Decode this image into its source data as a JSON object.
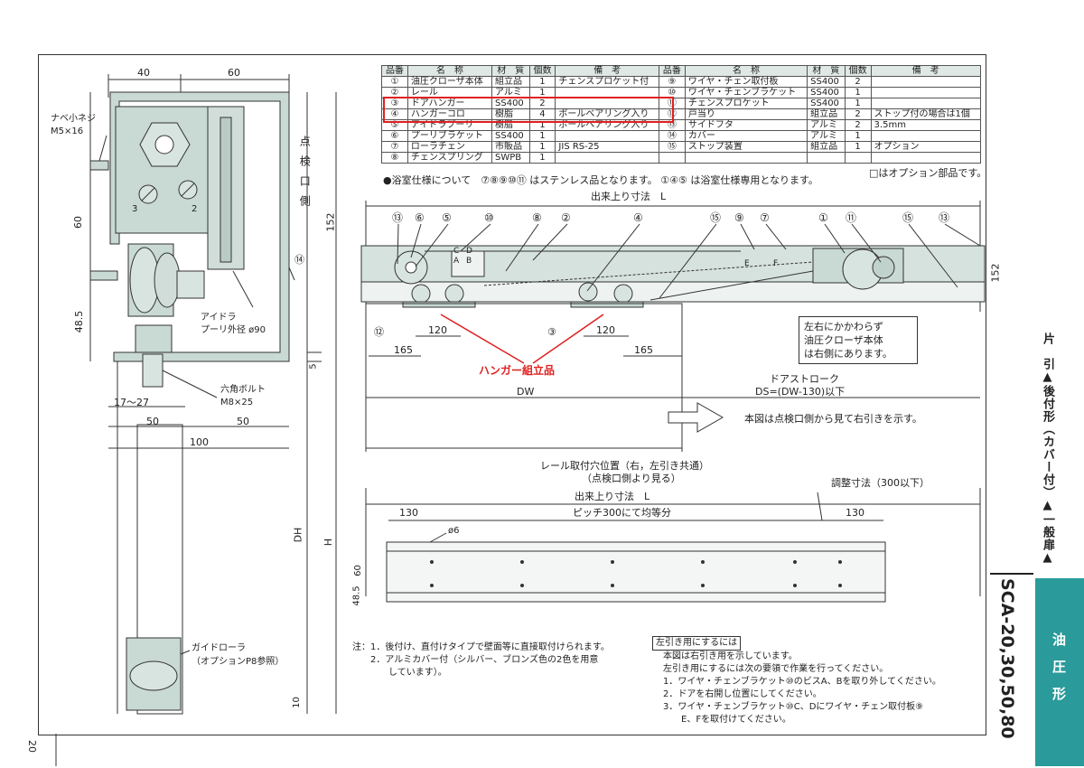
{
  "page_number": "20",
  "side_title": "片　引▲後付形（カバー付）▲一般扉▲",
  "side_model": "SCA-20,30,50,80",
  "side_category": "油　圧　形",
  "section_view": {
    "labels": {
      "dim_40": "40",
      "dim_60_top": "60",
      "screw": "ナベ小ネジ",
      "screw_size": "M5×16",
      "dim_60_left": "60",
      "dim_48_5": "48.5",
      "inspection": "点検口側",
      "dim_152": "152",
      "num_14": "⑭",
      "num_3": "3",
      "num_2": "2",
      "pulley": "アイドラ",
      "pulley_size": "プーリ外径 ø90",
      "dim_5": "5",
      "bolt": "六角ボルト",
      "bolt_size": "M8×25",
      "dim_17_27": "17～27",
      "dim_50a": "50",
      "dim_50b": "50",
      "dim_100": "100",
      "dh": "DH",
      "h": "H",
      "guide": "ガイドローラ",
      "guide_note": "（オプションP8参照）",
      "dim_10": "10"
    }
  },
  "parts_table": {
    "headers": [
      "品番",
      "名　称",
      "材　質",
      "個数",
      "備　考"
    ],
    "left_rows": [
      [
        "①",
        "油圧クローザ本体",
        "組立品",
        "1",
        "チェンスプロケット付"
      ],
      [
        "②",
        "レール",
        "アルミ",
        "1",
        ""
      ],
      [
        "③",
        "ドアハンガー",
        "SS400",
        "2",
        ""
      ],
      [
        "④",
        "ハンガーコロ",
        "樹脂",
        "4",
        "ボールベアリング入り"
      ],
      [
        "⑤",
        "アイドラプーリ",
        "樹脂",
        "1",
        "ボールベアリング入り"
      ],
      [
        "⑥",
        "プーリブラケット",
        "SS400",
        "1",
        ""
      ],
      [
        "⑦",
        "ローラチェン",
        "市販品",
        "1",
        "JIS RS-25"
      ],
      [
        "⑧",
        "チェンスプリング",
        "SWPB",
        "1",
        ""
      ]
    ],
    "right_rows": [
      [
        "⑨",
        "ワイヤ・チェン取付板",
        "SS400",
        "2",
        ""
      ],
      [
        "⑩",
        "ワイヤ・チェンブラケット",
        "SS400",
        "1",
        ""
      ],
      [
        "⑪",
        "チェンスプロケット",
        "SS400",
        "1",
        ""
      ],
      [
        "⑫",
        "戸当り",
        "組立品",
        "2",
        "ストップ付の場合は1個"
      ],
      [
        "⑬",
        "サイドフタ",
        "アルミ",
        "2",
        "3.5mm"
      ],
      [
        "⑭",
        "カバー",
        "アルミ",
        "1",
        ""
      ],
      [
        "⑮",
        "ストップ装置",
        "組立品",
        "1",
        "オプション"
      ]
    ]
  },
  "bath_note": "●浴室仕様について　⑦⑧⑨⑩⑪ はステンレス品となります。 ①④⑤ は浴室仕様専用となります。",
  "option_note": "□はオプション部品です。",
  "front_view": {
    "L_label": "出来上り寸法　L",
    "callouts": [
      "⑬",
      "⑥",
      "⑤",
      "⑩",
      "⑧",
      "②",
      "④",
      "⑮",
      "⑨",
      "⑦",
      "①",
      "⑪",
      "⑮",
      "⑬"
    ],
    "small_labels": [
      "C",
      "D",
      "A",
      "B",
      "E",
      "F"
    ],
    "dim_152": "152",
    "num_12": "⑫",
    "num_3": "③",
    "dim_120a": "120",
    "dim_120b": "120",
    "dim_165a": "165",
    "dim_165b": "165",
    "hanger_assy": "ハンガー組立品",
    "note_box": [
      "左右にかかわらず",
      "油圧クローザ本体",
      "は右側にあります。"
    ],
    "dw": "DW",
    "stroke_1": "ドアストローク",
    "stroke_2": "DS=(DW-130)以下",
    "view_note": "本図は点検口側から見て右引きを示す。"
  },
  "rail_view": {
    "title_1": "レール取付穴位置（右，左引き共通）",
    "title_2": "（点検口側より見る）",
    "L_label": "出来上り寸法　L",
    "adjust": "調整寸法（300以下）",
    "dim_130a": "130",
    "pitch": "ピッチ300にて均等分",
    "dim_130b": "130",
    "hole": "ø6",
    "dim_60": "60",
    "dim_48_5": "48.5"
  },
  "notes": {
    "lines": [
      "注：1．後付け、直付けタイプで壁面等に直接取付けられます。",
      "　　2．アルミカバー付（シルバー、ブロンズ色の2色を用意",
      "　　　　しています）。"
    ]
  },
  "left_hand": {
    "title": "左引き用にするには",
    "lines": [
      "本図は右引き用を示しています。",
      "左引き用にするには次の要領で作業を行ってください。",
      "1．ワイヤ・チェンブラケット⑩のビスA、Bを取り外してください。",
      "2．ドアを右開し位置にしてください。",
      "3．ワイヤ・チェンブラケット⑩C、Dにワイヤ・チェン取付板⑨",
      "　　E、Fを取付けてください。"
    ]
  },
  "colors": {
    "accent_red": "#e02020",
    "teal": "#2a9a9a",
    "part_fill": "#c9d9d3"
  }
}
